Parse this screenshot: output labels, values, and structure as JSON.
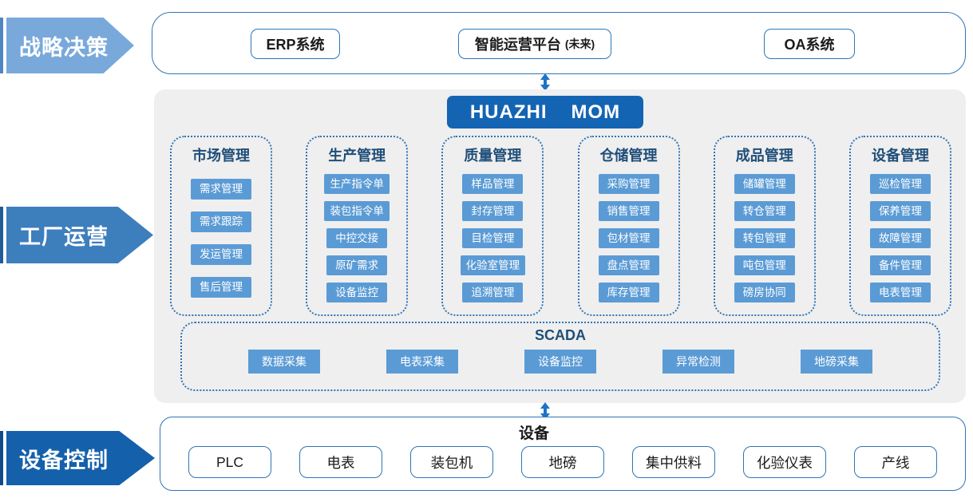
{
  "layers": [
    {
      "label": "战略决策"
    },
    {
      "label": "工厂运营"
    },
    {
      "label": "设备控制"
    }
  ],
  "top_systems": {
    "items": [
      {
        "label": "ERP系统",
        "suffix": ""
      },
      {
        "label": "智能运营平台",
        "suffix": "(未来)"
      },
      {
        "label": "OA系统",
        "suffix": ""
      }
    ]
  },
  "mom": {
    "word1": "HUAZHI",
    "word2": "MOM"
  },
  "modules": [
    {
      "title": "市场管理",
      "items": [
        "需求管理",
        "需求跟踪",
        "发运管理",
        "售后管理"
      ]
    },
    {
      "title": "生产管理",
      "items": [
        "生产指令单",
        "装包指令单",
        "中控交接",
        "原矿需求",
        "设备监控"
      ]
    },
    {
      "title": "质量管理",
      "items": [
        "样品管理",
        "封存管理",
        "目检管理",
        "化验室管理",
        "追溯管理"
      ]
    },
    {
      "title": "仓储管理",
      "items": [
        "采购管理",
        "销售管理",
        "包材管理",
        "盘点管理",
        "库存管理"
      ]
    },
    {
      "title": "成品管理",
      "items": [
        "储罐管理",
        "转仓管理",
        "转包管理",
        "吨包管理",
        "磅房协同"
      ]
    },
    {
      "title": "设备管理",
      "items": [
        "巡检管理",
        "保养管理",
        "故障管理",
        "备件管理",
        "电表管理"
      ]
    }
  ],
  "scada": {
    "title": "SCADA",
    "items": [
      "数据采集",
      "电表采集",
      "设备监控",
      "异常检测",
      "地磅采集"
    ]
  },
  "equipment": {
    "title": "设备",
    "items": [
      "PLC",
      "电表",
      "装包机",
      "地磅",
      "集中供料",
      "化验仪表",
      "产线"
    ]
  },
  "icons": {
    "connector": "double-arrow-vertical-icon"
  },
  "colors": {
    "chip_blue": "#5B9BD5",
    "header_navy": "#1F4E79",
    "mom_blue": "#1464B4",
    "arrow_light_blue": "#79A9DB",
    "arrow_mid_blue": "#3D7EBD",
    "arrow_dark_blue": "#1460AB",
    "border_blue": "#2E75B6",
    "connector_blue": "#1E73C8",
    "panel_gray": "#EFEFEF"
  }
}
